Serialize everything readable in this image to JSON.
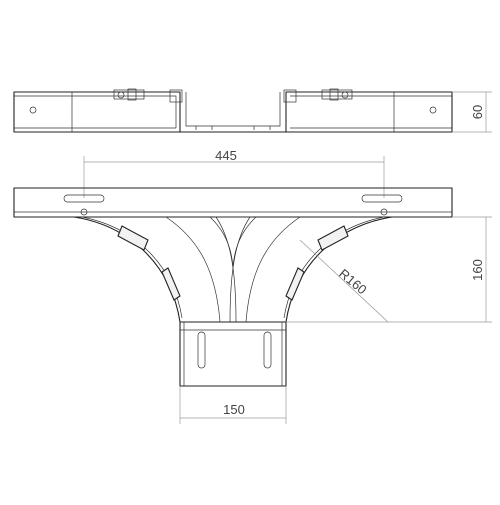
{
  "drawing": {
    "dimensions": {
      "height_side": "60",
      "width_top": "445",
      "height_front": "160",
      "radius": "R160",
      "width_bottom": "150"
    }
  }
}
